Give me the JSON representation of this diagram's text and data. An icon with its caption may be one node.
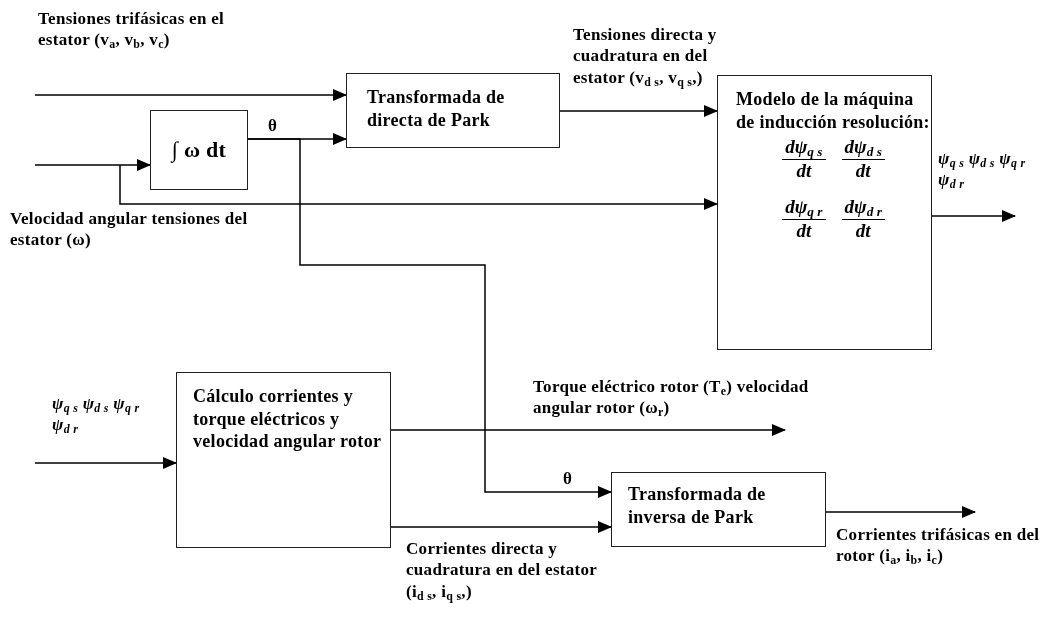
{
  "diagram": {
    "nodes": [
      {
        "text": [
          "∫ ω dt"
        ]
      },
      {
        "text": [
          "Transformada de directa de Park"
        ]
      },
      {
        "text": [
          "Modelo de la máquina de inducción resolución:",
          "dψ$_{q s}$",
          "dt",
          "dψ$_{d s}$",
          "dt",
          "dψ$_{q r}$",
          "dt",
          "dψ$_{d r}$",
          "dt"
        ]
      },
      {
        "text": [
          "Cálculo corrientes y torque eléctricos y velocidad angular rotor"
        ]
      },
      {
        "text": [
          "Transformada de inversa de Park"
        ]
      }
    ],
    "edges": [
      {
        "from": null,
        "to": 1,
        "arrow": "to",
        "label": "Tensiones trifásicas en el estator (v$_{a}$, v$_{b}$, v$_{c}$)"
      },
      {
        "from": null,
        "to": 0,
        "arrow": "to"
      },
      {
        "from": null,
        "to": 2,
        "arrow": "to",
        "label": "Velocidad angular tensiones del estator (ω)"
      },
      {
        "from": 0,
        "to": 1,
        "arrow": "to",
        "label": "θ"
      },
      {
        "from": 0,
        "to": 4,
        "arrow": "to",
        "label": "θ"
      },
      {
        "from": 1,
        "to": 2,
        "arrow": "to",
        "label": "Tensiones directa y cuadratura en del estator (v$_{d s}$, v$_{q s}$,)"
      },
      {
        "from": 2,
        "to": null,
        "arrow": "to",
        "label": "ψ$_{q s}$ ψ$_{d s}$ ψ$_{q r}$ ψ$_{d r}$"
      },
      {
        "from": null,
        "to": 3,
        "arrow": "to",
        "label": "ψ$_{q s}$ ψ$_{d s}$ ψ$_{q r}$ ψ$_{d r}$"
      },
      {
        "from": 3,
        "to": null,
        "arrow": "to",
        "label": "Torque eléctrico rotor (T$_{e}$) velocidad angular rotor (ω$_{r}$)"
      },
      {
        "from": 3,
        "to": 4,
        "arrow": "to",
        "label": "Corrientes directa y cuadratura en del estator (i$_{d s}$, i$_{q s}$,)"
      },
      {
        "from": 4,
        "to": null,
        "arrow": "to",
        "label": "Corrientes trifásicas en del rotor (i$_{a}$, i$_{b}$, i$_{c}$)"
      }
    ]
  }
}
